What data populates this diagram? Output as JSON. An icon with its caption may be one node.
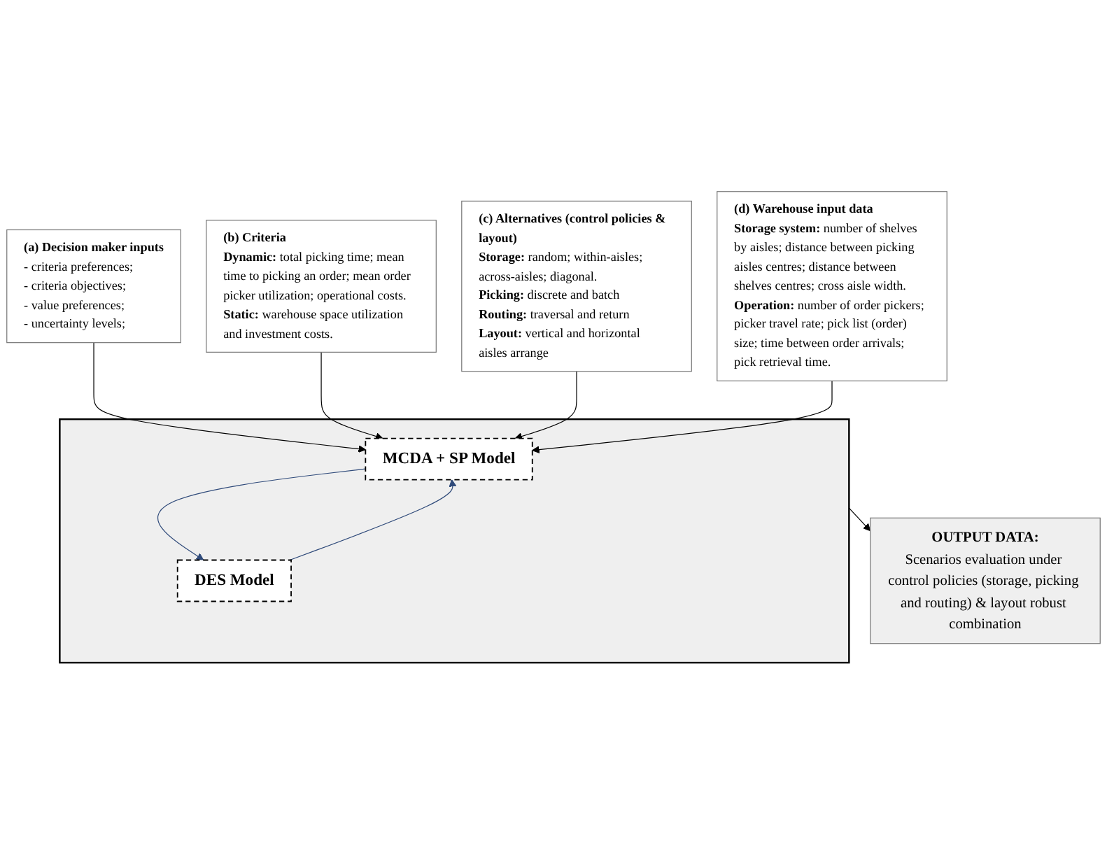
{
  "diagram": {
    "nodes": [
      {
        "text": [
          "(a) Decision maker inputs",
          "- criteria preferences;",
          "- criteria objectives;",
          "- value preferences;",
          "- uncertainty levels;"
        ]
      },
      {
        "text": [
          "(b) Criteria",
          "**Dynamic:** total picking time; mean time to picking an order; mean order picker utilization; operational costs.",
          "**Static:** warehouse space utilization and investment costs."
        ]
      },
      {
        "text": [
          "(c) Alternatives (control policies & layout)",
          "**Storage:** random; within-aisles; across-aisles; diagonal.",
          "**Picking:** discrete and batch",
          "**Routing:** traversal and return",
          "**Layout:** vertical and horizontal aisles arrange"
        ]
      },
      {
        "text": [
          "(d) Warehouse input data",
          "**Storage system:** number of shelves by aisles; distance between picking aisles centres; distance between shelves centres; cross aisle width.",
          "**Operation:** number of order pickers; picker travel rate; pick list (order) size; time between order arrivals; pick retrieval time."
        ]
      },
      {
        "text": [],
        "shape": "box"
      },
      {
        "text": [
          "MCDA + SP Model"
        ],
        "in": 4
      },
      {
        "text": [
          "DES Model"
        ],
        "in": 4
      },
      {
        "text": [
          "OUTPUT DATA:",
          "Scenarios evaluation under control policies (storage, picking and routing) & layout robust combination"
        ]
      }
    ],
    "edges": [
      {
        "from": 0,
        "to": 5,
        "arrow": "to"
      },
      {
        "from": 1,
        "to": 5,
        "arrow": "to"
      },
      {
        "from": 2,
        "to": 5,
        "arrow": "to"
      },
      {
        "from": 3,
        "to": 5,
        "arrow": "to"
      },
      {
        "from": 5,
        "to": 6,
        "arrow": "to",
        "color": "#2f4a7a"
      },
      {
        "from": 6,
        "to": 5,
        "arrow": "to",
        "color": "#2f4a7a"
      },
      {
        "from": 4,
        "to": 7,
        "arrow": "to"
      }
    ]
  }
}
